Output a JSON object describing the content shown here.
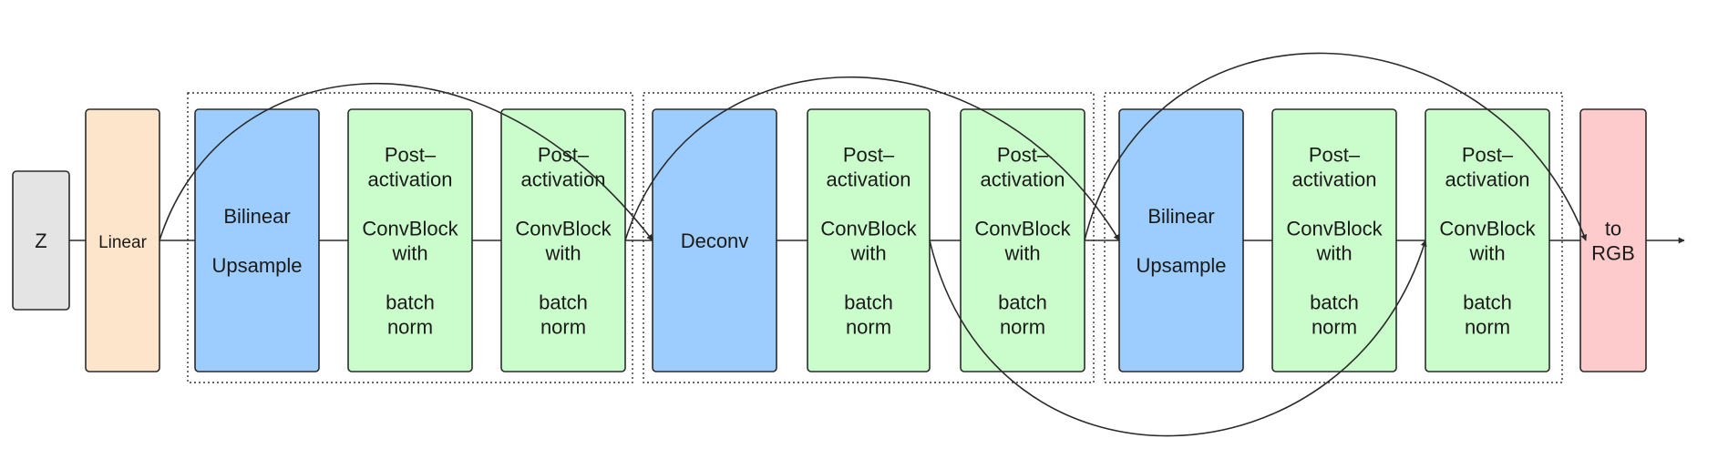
{
  "colors": {
    "gray": "#e4e4e4",
    "peach": "#fde5cb",
    "blue": "#9ccdfe",
    "green": "#cbfccb",
    "pink": "#fdcbcc",
    "stroke": "#2b2b2b"
  },
  "nodes": {
    "z": {
      "lines": [
        "Z"
      ]
    },
    "linear": {
      "lines": [
        "Linear"
      ]
    },
    "upsample1": {
      "lines": [
        "Bilinear",
        "",
        "Upsample"
      ]
    },
    "conv1a": {
      "lines": [
        "Post–",
        "activation",
        "",
        "ConvBlock",
        "with",
        "",
        "batch",
        "norm"
      ]
    },
    "conv1b": {
      "lines": [
        "Post–",
        "activation",
        "",
        "ConvBlock",
        "with",
        "",
        "batch",
        "norm"
      ]
    },
    "deconv": {
      "lines": [
        "Deconv"
      ]
    },
    "conv2a": {
      "lines": [
        "Post–",
        "activation",
        "",
        "ConvBlock",
        "with",
        "",
        "batch",
        "norm"
      ]
    },
    "conv2b": {
      "lines": [
        "Post–",
        "activation",
        "",
        "ConvBlock",
        "with",
        "",
        "batch",
        "norm"
      ]
    },
    "upsample2": {
      "lines": [
        "Bilinear",
        "",
        "Upsample"
      ]
    },
    "conv3a": {
      "lines": [
        "Post–",
        "activation",
        "",
        "ConvBlock",
        "with",
        "",
        "batch",
        "norm"
      ]
    },
    "conv3b": {
      "lines": [
        "Post–",
        "activation",
        "",
        "ConvBlock",
        "with",
        "",
        "batch",
        "norm"
      ]
    },
    "torgb": {
      "lines": [
        "to",
        "RGB"
      ]
    }
  }
}
